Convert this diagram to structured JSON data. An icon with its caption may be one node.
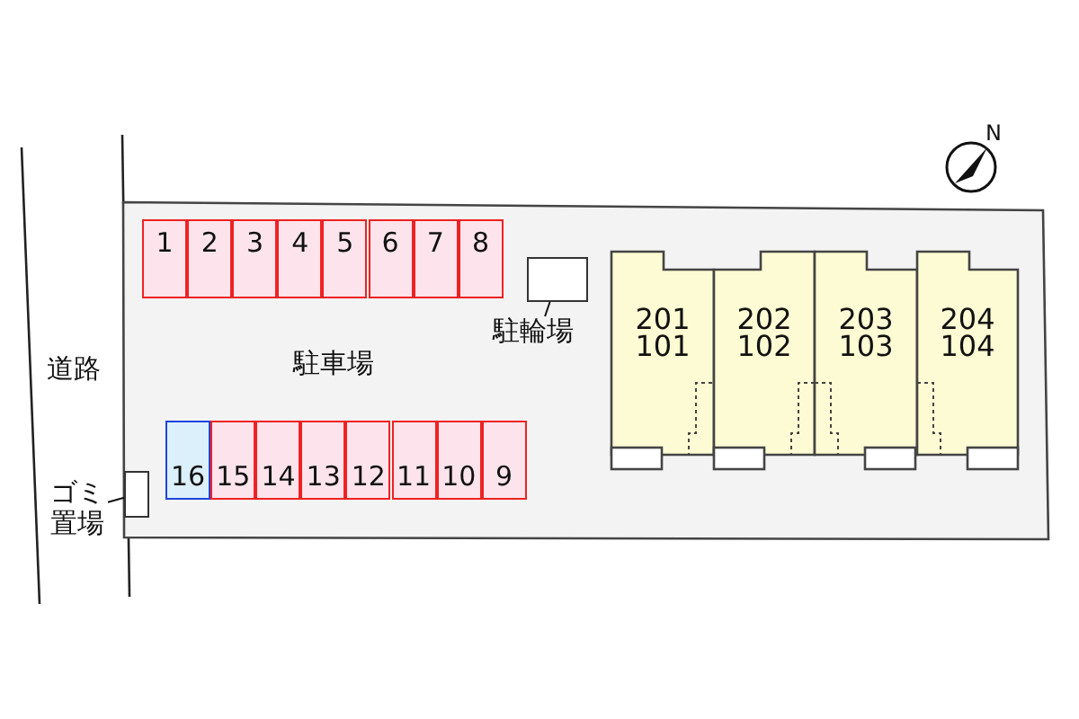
{
  "diagram": {
    "nodes": [
      {
        "text": [],
        "shape": "box"
      },
      {
        "text": [
          "1"
        ],
        "in": 0
      },
      {
        "text": [
          "2"
        ],
        "in": 0
      },
      {
        "text": [
          "3"
        ],
        "in": 0
      },
      {
        "text": [
          "4"
        ],
        "in": 0
      },
      {
        "text": [
          "5"
        ],
        "in": 0
      },
      {
        "text": [
          "6"
        ],
        "in": 0
      },
      {
        "text": [
          "7"
        ],
        "in": 0
      },
      {
        "text": [
          "8"
        ],
        "in": 0
      },
      {
        "text": [],
        "shape": "box",
        "in": 0
      },
      {
        "text": [
          "駐輪場"
        ],
        "in": 0
      },
      {
        "text": [
          "201",
          "101"
        ],
        "in": 0
      },
      {
        "text": [
          "202",
          "102"
        ],
        "in": 0
      },
      {
        "text": [
          "203",
          "103"
        ],
        "in": 0
      },
      {
        "text": [
          "204",
          "104"
        ],
        "in": 0
      },
      {
        "text": [
          "16"
        ],
        "in": 0
      },
      {
        "text": [
          "15"
        ],
        "in": 0
      },
      {
        "text": [
          "14"
        ],
        "in": 0
      },
      {
        "text": [
          "13"
        ],
        "in": 0
      },
      {
        "text": [
          "12"
        ],
        "in": 0
      },
      {
        "text": [
          "11"
        ],
        "in": 0
      },
      {
        "text": [
          "10"
        ],
        "in": 0
      },
      {
        "text": [
          "9"
        ],
        "in": 0
      },
      {
        "text": [],
        "shape": "box",
        "in": 0
      },
      {
        "text": [
          "ゴミ置場"
        ]
      }
    ],
    "edges": [
      {
        "from": 10,
        "to": 9,
        "arrow": "none"
      },
      {
        "from": 24,
        "to": 23,
        "arrow": "none"
      }
    ],
    "labels": [
      "N",
      "道路",
      "駐車場"
    ]
  }
}
